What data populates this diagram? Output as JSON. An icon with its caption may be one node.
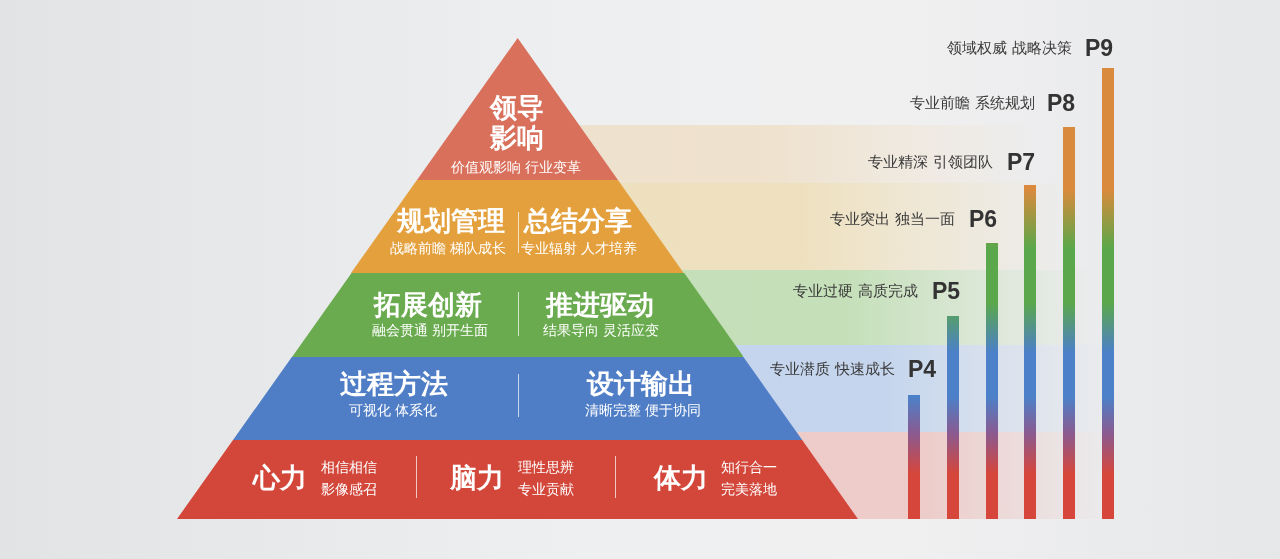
{
  "diagram": {
    "nodes": [
      {
        "text": [
          "领导影响",
          "价值观影响 行业变革"
        ]
      },
      {
        "text": [],
        "shape": "band"
      },
      {
        "text": [
          "规划管理",
          "战略前瞻 梯队成长"
        ],
        "in": 1
      },
      {
        "text": [
          "总结分享",
          "专业辐射 人才培养"
        ],
        "in": 1
      },
      {
        "text": [],
        "shape": "band"
      },
      {
        "text": [
          "拓展创新",
          "融会贯通 别开生面"
        ],
        "in": 4
      },
      {
        "text": [
          "推进驱动",
          "结果导向 灵活应变"
        ],
        "in": 4
      },
      {
        "text": [],
        "shape": "band"
      },
      {
        "text": [
          "过程方法",
          "可视化 体系化"
        ],
        "in": 7
      },
      {
        "text": [
          "设计输出",
          "清晰完整 便于协同"
        ],
        "in": 7
      },
      {
        "text": [],
        "shape": "band"
      },
      {
        "text": [
          "心力",
          "相信相信",
          "影像感召"
        ],
        "in": 10
      },
      {
        "text": [
          "脑力",
          "理性思辨",
          "专业贡献"
        ],
        "in": 10
      },
      {
        "text": [
          "体力",
          "知行合一",
          "完美落地"
        ],
        "in": 10
      },
      {
        "text": [],
        "shape": "bar",
        "beside": [
          "专业潜质 快速成长",
          "P4"
        ]
      },
      {
        "text": [],
        "shape": "bar",
        "beside": [
          "专业过硬 高质完成",
          "P5"
        ]
      },
      {
        "text": [],
        "shape": "bar",
        "beside": [
          "专业突出 独当一面",
          "P6"
        ]
      },
      {
        "text": [],
        "shape": "bar",
        "beside": [
          "专业精深 引领团队",
          "P7"
        ]
      },
      {
        "text": [],
        "shape": "bar",
        "beside": [
          "专业前瞻 系统规划",
          "P8"
        ]
      },
      {
        "text": [],
        "shape": "bar",
        "beside": [
          "领域权威 战略决策",
          "P9"
        ]
      }
    ]
  }
}
